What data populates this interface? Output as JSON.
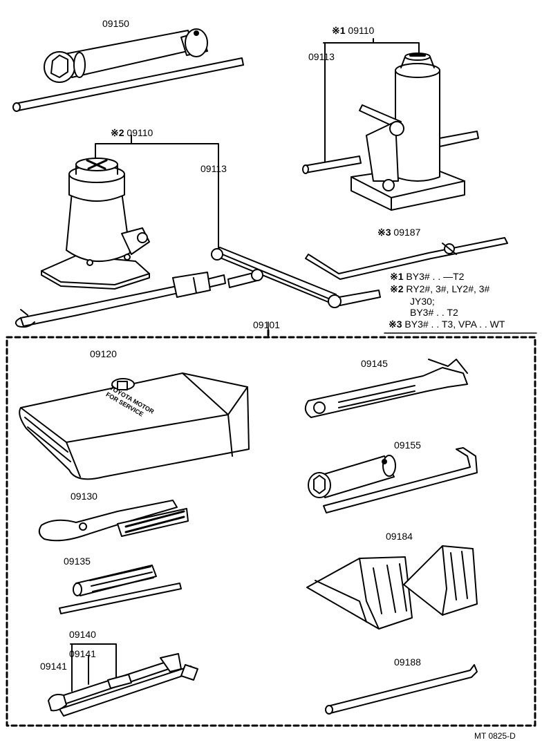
{
  "parts": {
    "p09150": "09150",
    "p09110_a_mark": "※1",
    "p09110_a": "09110",
    "p09113_a": "09113",
    "p09110_b_mark": "※2",
    "p09110_b": "09110",
    "p09113_b": "09113",
    "p09187_mark": "※3",
    "p09187": "09187",
    "p09101": "09101",
    "p09120": "09120",
    "p09145": "09145",
    "p09155": "09155",
    "p09130": "09130",
    "p09184": "09184",
    "p09135": "09135",
    "p09140": "09140",
    "p09141_a": "09141",
    "p09141_b": "09141",
    "p09188": "09188"
  },
  "notes": {
    "n1_mark": "※1",
    "n1_text": "BY3# . . —T2",
    "n2_mark": "※2",
    "n2_text": "RY2#, 3#, LY2#, 3#",
    "n2_text2": "JY30;",
    "n2_text3": "BY3# . . T2",
    "n3_mark": "※3",
    "n3_text": "BY3# . . T3, VPA . . WT"
  },
  "bag_text": {
    "line1": "TOYOTA MOTOR",
    "line2": "FOR SERVICE"
  },
  "footer": {
    "code": "MT  0825-D"
  }
}
